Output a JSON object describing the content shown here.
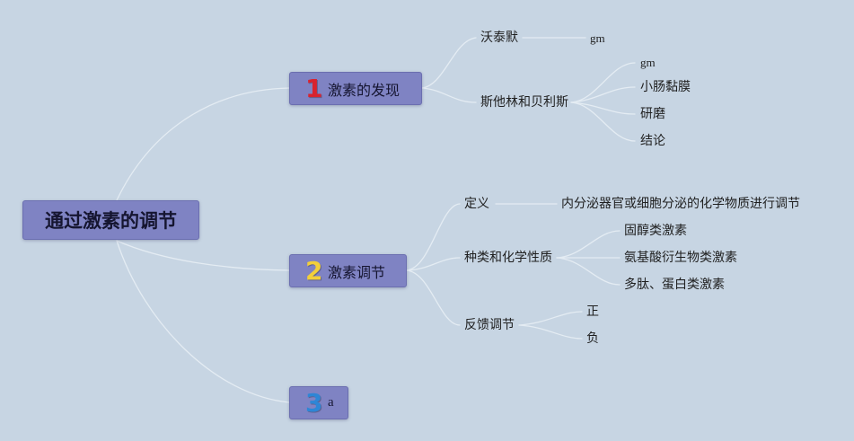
{
  "colors": {
    "background": "#c7d5e3",
    "node_fill": "#7f83c3",
    "link": "#e4ecf3",
    "num1": "#d8232f",
    "num2": "#f2cf3a",
    "num3": "#2e86d6"
  },
  "root": {
    "label": "通过激素的调节"
  },
  "branches": [
    {
      "number": "1",
      "label": "激素的发现",
      "children": [
        {
          "label": "沃泰默",
          "children": [
            "gm"
          ]
        },
        {
          "label": "斯他林和贝利斯",
          "children": [
            "gm",
            "小肠黏膜",
            "研磨",
            "结论"
          ]
        }
      ]
    },
    {
      "number": "2",
      "label": "激素调节",
      "children": [
        {
          "label": "定义",
          "children": [
            "内分泌器官或细胞分泌的化学物质进行调节"
          ]
        },
        {
          "label": "种类和化学性质",
          "children": [
            "固醇类激素",
            "氨基酸衍生物类激素",
            "多肽、蛋白类激素"
          ]
        },
        {
          "label": "反馈调节",
          "children": [
            "正",
            "负"
          ]
        }
      ]
    },
    {
      "number": "3",
      "label": "a",
      "children": []
    }
  ]
}
